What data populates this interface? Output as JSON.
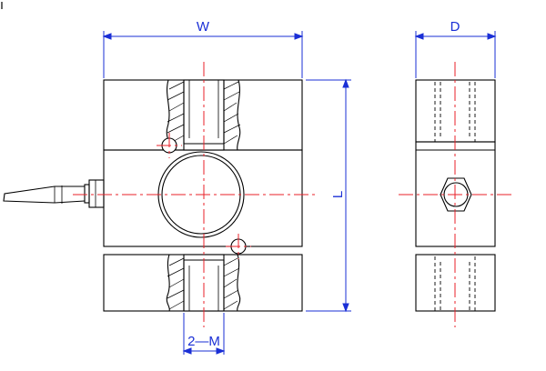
{
  "labels": {
    "width": "W",
    "depth": "D",
    "length": "L",
    "thread": "2—M"
  },
  "colors": {
    "outline": "#000000",
    "dimension": "#1a2fd6",
    "centerline": "#e8202a",
    "background": "#ffffff"
  }
}
